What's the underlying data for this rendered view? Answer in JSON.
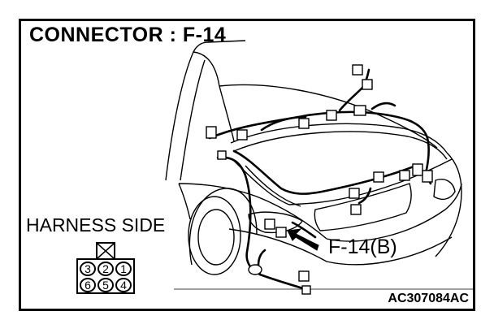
{
  "title": "CONNECTOR : F-14",
  "harness_label": "HARNESS SIDE",
  "callout_label": "F-14(B)",
  "figure_code": "AC307084AC",
  "connector": {
    "top_row": [
      "3",
      "2",
      "1"
    ],
    "bottom_row": [
      "6",
      "5",
      "4"
    ]
  },
  "colors": {
    "line": "#000000",
    "background": "#ffffff"
  }
}
